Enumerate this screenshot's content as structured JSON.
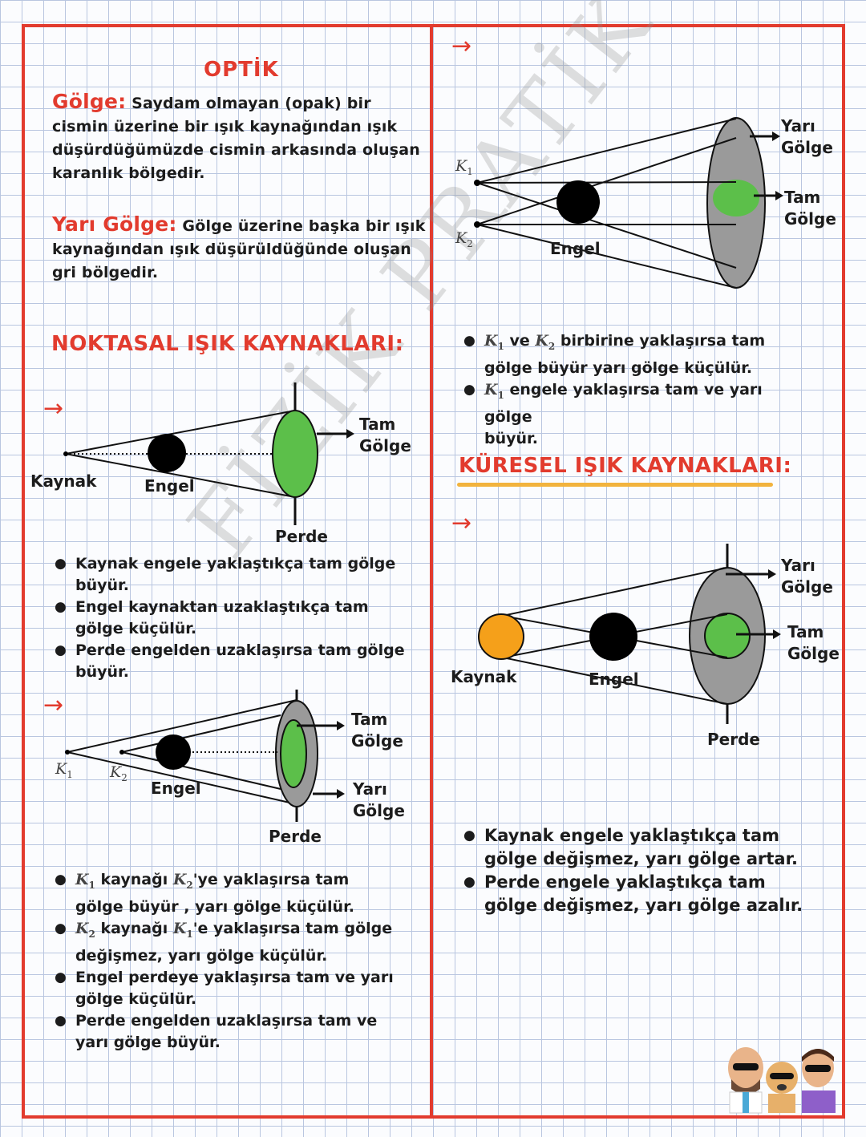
{
  "title": "OPTİK",
  "definitions": {
    "golge_term": "Gölge:",
    "golge_lines": [
      "Saydam olmayan (opak) bir",
      "cismin üzerine bir ışık kaynağından ışık",
      "düşürdüğümüzde cismin arkasında oluşan",
      "karanlık bölgedir."
    ],
    "yari_term": "Yarı Gölge:",
    "yari_lines": [
      "Gölge üzerine başka bir ışık",
      "kaynağından ışık düşürüldüğünde oluşan",
      "gri bölgedir."
    ]
  },
  "section_noktasal": "NOKTASAL IŞIK KAYNAKLARI:",
  "section_kuresel": "KÜRESEL IŞIK KAYNAKLARI:",
  "arrow_symbol": "→",
  "labels": {
    "kaynak": "Kaynak",
    "engel": "Engel",
    "perde": "Perde",
    "tam": "Tam",
    "golge": "Gölge",
    "yari": "Yarı",
    "k": "K",
    "one": "1",
    "two": "2"
  },
  "bullets_noktasal": [
    "Kaynak engele yaklaştıkça tam gölge büyür.",
    "Engel kaynaktan uzaklaştıkça tam gölge küçülür.",
    "Perde engelden uzaklaşırsa tam gölge büyür."
  ],
  "bullets_two_sources": {
    "b1_a": "kaynağı",
    "b1_b": "'ye yaklaşırsa tam",
    "b1_c": "gölge büyür , yarı gölge küçülür.",
    "b2_a": "kaynağı",
    "b2_b": "'e yaklaşırsa tam gölge",
    "b2_c": "değişmez, yarı gölge küçülür.",
    "b3": "Engel perdeye yaklaşırsa tam ve yarı gölge küçülür.",
    "b4": "Perde engelden uzaklaşırsa tam ve yarı gölge büyür."
  },
  "bullets_right_top": {
    "b1_a": "ve",
    "b1_b": "birbirine yaklaşırsa tam",
    "b1_c": "gölge büyür yarı gölge küçülür.",
    "b2_a": "engele yaklaşırsa tam ve yarı gölge",
    "b2_b": "büyür."
  },
  "bullets_kuresel": [
    "Kaynak engele yaklaştıkça tam gölge değişmez, yarı gölge artar.",
    "Perde engele yaklaştıkça tam gölge değişmez, yarı gölge azalır."
  ],
  "watermark": "FİZİK PRATİK",
  "colors": {
    "red": "#e23b2e",
    "green": "#5cbf4a",
    "gray": "#9a9a9a",
    "orange": "#f5a01a",
    "grid": "#b9c6e0"
  }
}
